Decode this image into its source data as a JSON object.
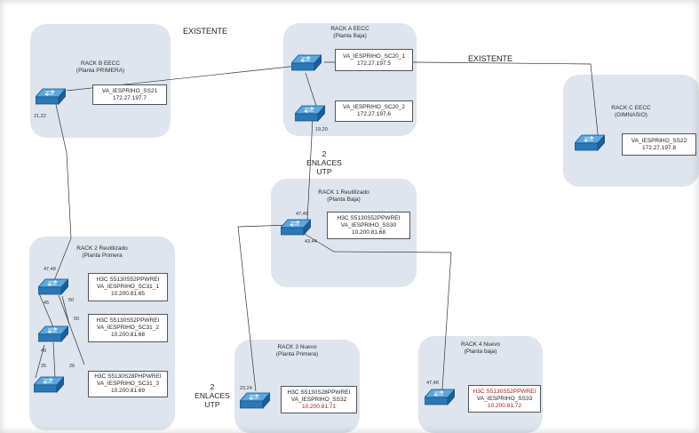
{
  "labels": {
    "existente_1": "EXISTENTE",
    "existente_2": "EXISTENTE",
    "enlaces_1": {
      "count": "2",
      "word": "ENLACES",
      "type": "UTP"
    },
    "enlaces_2": {
      "count": "2",
      "word": "ENLACES",
      "type": "UTP"
    }
  },
  "racks": {
    "rack_b": {
      "title": "RACK B EECC",
      "subtitle": "(Planta PRIMERA)",
      "switches": [
        {
          "line1": "VA_IESPRIHO_SS21",
          "line2": "172.27.197.7",
          "line3": ""
        }
      ],
      "ports": [
        "21,22"
      ]
    },
    "rack_a": {
      "title": "RACK A EECC",
      "subtitle": "(Planta Baja)",
      "switches": [
        {
          "line1": "VA_IESPRIHO_SC20_1",
          "line2": "172.27.197.5",
          "line3": ""
        },
        {
          "line1": "VA_IESPRIHO_SC20_2",
          "line2": "172.27.197.6",
          "line3": ""
        }
      ],
      "ports": [
        "19,20"
      ]
    },
    "rack_c": {
      "title": "RACK C EECC",
      "subtitle": "(GIMNASIO)",
      "switches": [
        {
          "line1": "VA_IESPRIHO_SS22",
          "line2": "172.27.197.8",
          "line3": ""
        }
      ],
      "ports": []
    },
    "rack_1": {
      "title": "RACK 1 Reutilizado",
      "subtitle": "(Planta Baja)",
      "switches": [
        {
          "line1": "H3C S5130S52PPWREI",
          "line2": "VA_IESPRIHO_SS30",
          "line3": "10.200.81.68"
        }
      ],
      "ports": [
        "47,48",
        "43,44"
      ]
    },
    "rack_2": {
      "title": "RACK 2 Reutilizado",
      "subtitle": "(Planta Primera",
      "switches": [
        {
          "line1": "H3C S5130S52PPWREI",
          "line2": "VA_IESPRIHO_SC31_1",
          "line3": "10.200.81.65"
        },
        {
          "line1": "H3C S5130S52PPWREI",
          "line2": "VA_IESPRIHO_SC31_2",
          "line3": "10.200.81.68"
        },
        {
          "line1": "H3C S5130S28PHPWREI",
          "line2": "VA_IESPRIHO_SC31_3",
          "line3": "10.200.81.69"
        }
      ],
      "ports": [
        "47,48",
        "45",
        "50",
        "50",
        "49",
        "25",
        "26"
      ]
    },
    "rack_3": {
      "title": "RACK 3 Nuevo",
      "subtitle": "(Planta Primera)",
      "switches": [
        {
          "line1": "H3C S5130S28PPWREI",
          "line2": "VA_IESPRIHO_SS32",
          "line3": "10.200.81.71"
        }
      ],
      "ports": [
        "23,24"
      ]
    },
    "rack_4": {
      "title": "RACK 4 Nuevo",
      "subtitle": "(Planta baja)",
      "switches": [
        {
          "line1": "H3C S5130S52PPWREI",
          "line2": "VA_IESPRIHO_SS33",
          "line3": "10.200.81.72"
        }
      ],
      "ports": [
        "47,48"
      ]
    }
  },
  "colors": {
    "rack_fill": "#dfe5ee",
    "switch_blue": "#2f7fc0",
    "red_text": "#b01a12"
  }
}
